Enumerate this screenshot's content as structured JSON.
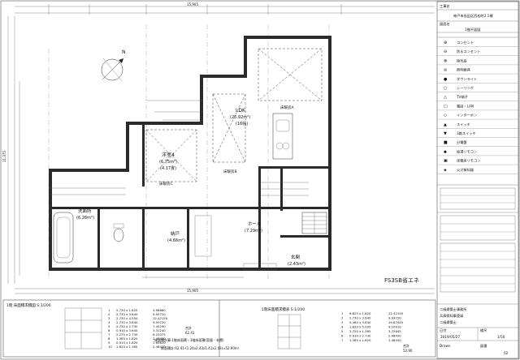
{
  "dimensions": {
    "overall_top": "15,905",
    "overall_bottom": "15,905",
    "left_total": "11,375"
  },
  "rooms": [
    {
      "name": "洋室4",
      "area": "(6.75m²)",
      "tatami": "(4.17畳)"
    },
    {
      "name": "LDK",
      "area": "(25.92m²)",
      "tatami": "(16帖)"
    },
    {
      "name": "洗面所",
      "area": "(6.26m²)"
    },
    {
      "name": "納戸",
      "area": "(4.66m²)"
    },
    {
      "name": "ホール",
      "area": "(7.29m²)"
    },
    {
      "name": "玄関",
      "area": "(2.43m²)"
    }
  ],
  "labels": {
    "bottom_note": "FS3SB省エネ",
    "floor_label_1": "床暖房A",
    "floor_label_2": "床暖房B",
    "floor_label_3": "床暖房C"
  },
  "tables": {
    "left_title": "1階 床面積求積図 S:1/200",
    "right_title": "1階床面積求積表 S:1/200",
    "formula_1": "床面積計算:1階床面積・1階床面積(容量・玄関)",
    "formula_2": "床面積計:62.41-(1.24x2.43x1.41x2.43)=52.90m²",
    "left_rows": [
      [
        "1",
        "2.730 x 1.820",
        "4.96860"
      ],
      [
        "2",
        "2.730 x 3.640",
        "9.93720"
      ],
      [
        "3",
        "2.730 x 4.550",
        "12.42150"
      ],
      [
        "4",
        "2.730 x 3.640",
        "9.93720"
      ],
      [
        "5",
        "2.730 x 2.730",
        "7.45290"
      ],
      [
        "6",
        "0.910 x 3.640",
        "3.31240"
      ],
      [
        "7",
        "2.275 x 2.730",
        "6.21075"
      ],
      [
        "8",
        "1.365 x 1.820",
        "2.48430"
      ],
      [
        "9",
        "0.910 x 1.820",
        "1.65620"
      ],
      [
        "10",
        "1.820 x 1.365",
        "2.48430"
      ]
    ],
    "right_rows": [
      [
        "1",
        "6.825 x 1.820",
        "12.42150"
      ],
      [
        "2",
        "2.730 x 3.640",
        "9.93720"
      ],
      [
        "3",
        "5.460 x 3.640",
        "19.87440"
      ],
      [
        "4",
        "1.820 x 5.005",
        "9.10910"
      ],
      [
        "5",
        "2.730 x 1.365",
        "3.72645"
      ],
      [
        "6",
        "0.910 x 2.730",
        "2.48430"
      ],
      [
        "7",
        "1.365 x 1.820",
        "2.48430"
      ]
    ],
    "sum_label": "合計",
    "left_sum": "62.41",
    "right_sum": "52.90"
  },
  "title_block": {
    "project_label": "工事名",
    "project_name": "神戸市長田区西松町2 1棟",
    "drawing_label": "図面名",
    "drawing_name": "1階平面図",
    "legend_items": [
      {
        "sym": "⊕",
        "text": "コンセント"
      },
      {
        "sym": "⊖",
        "text": "防水コンセント"
      },
      {
        "sym": "⊗",
        "text": "換気扇"
      },
      {
        "sym": "◎",
        "text": "照明器具"
      },
      {
        "sym": "●",
        "text": "ダウンライト"
      },
      {
        "sym": "○",
        "text": "シーリング"
      },
      {
        "sym": "△",
        "text": "TV端子"
      },
      {
        "sym": "□",
        "text": "電話・LAN"
      },
      {
        "sym": "◇",
        "text": "インターホン"
      },
      {
        "sym": "▲",
        "text": "スイッチ"
      },
      {
        "sym": "▼",
        "text": "3路スイッチ"
      },
      {
        "sym": "■",
        "text": "分電盤"
      },
      {
        "sym": "◆",
        "text": "給湯リモコン"
      },
      {
        "sym": "▣",
        "text": "床暖房リモコン"
      },
      {
        "sym": "◈",
        "text": "火災報知器"
      }
    ],
    "date_label": "日付",
    "date": "2019/05/27",
    "scale_label": "縮尺",
    "scale": "1/50",
    "sheet_label": "図番",
    "sheet_no": "02",
    "company_1": "二級建築士事務所",
    "company_2": "兵庫県知事登録",
    "company_3": "二級建築士",
    "drawn_label": "Drawn"
  },
  "north_arrow": "N"
}
